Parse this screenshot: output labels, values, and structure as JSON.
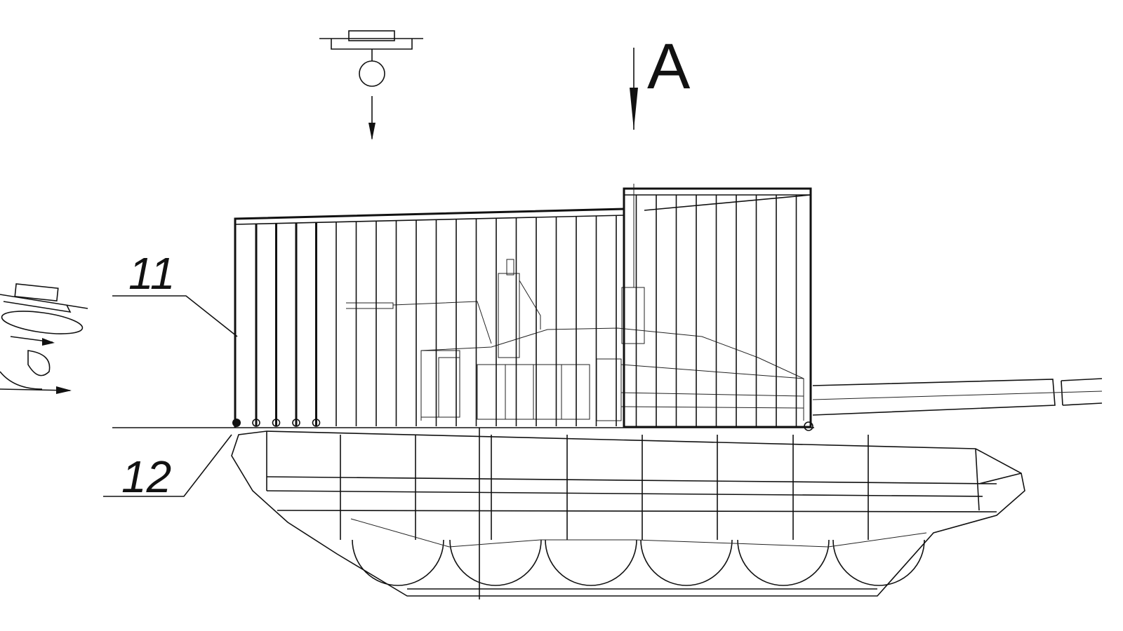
{
  "labels": {
    "view_marker": "A",
    "callout_11": "11",
    "callout_12": "12"
  },
  "colors": {
    "line": "#111111",
    "background": "#ffffff"
  }
}
